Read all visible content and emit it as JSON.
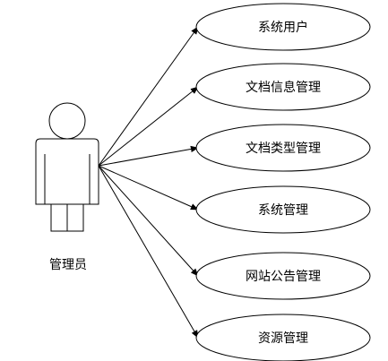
{
  "actor": {
    "label": "管理员",
    "icon": "person-icon"
  },
  "use_cases": [
    {
      "label": "系统用户"
    },
    {
      "label": "文档信息管理"
    },
    {
      "label": "文档类型管理"
    },
    {
      "label": "系统管理"
    },
    {
      "label": "网站公告管理"
    },
    {
      "label": "资源管理"
    }
  ],
  "colors": {
    "line": "#000000",
    "background": "#ffffff"
  }
}
